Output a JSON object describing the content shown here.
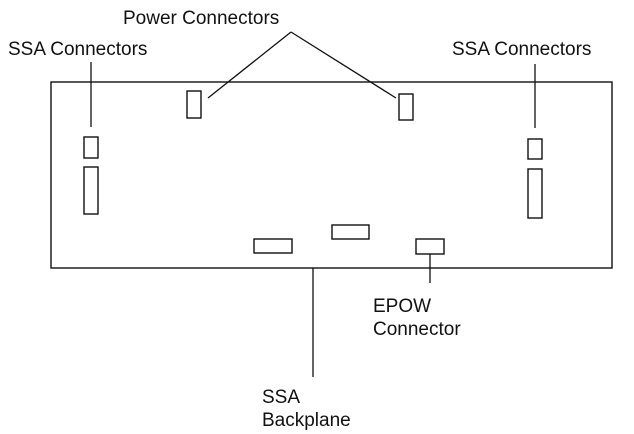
{
  "labels": {
    "power_connectors": "Power Connectors",
    "ssa_connectors_left": "SSA Connectors",
    "ssa_connectors_right": "SSA Connectors",
    "epow_line1": "EPOW",
    "epow_line2": "Connector",
    "backplane_line1": "SSA",
    "backplane_line2": "Backplane"
  },
  "colors": {
    "stroke": "#111111",
    "background": "#ffffff"
  }
}
